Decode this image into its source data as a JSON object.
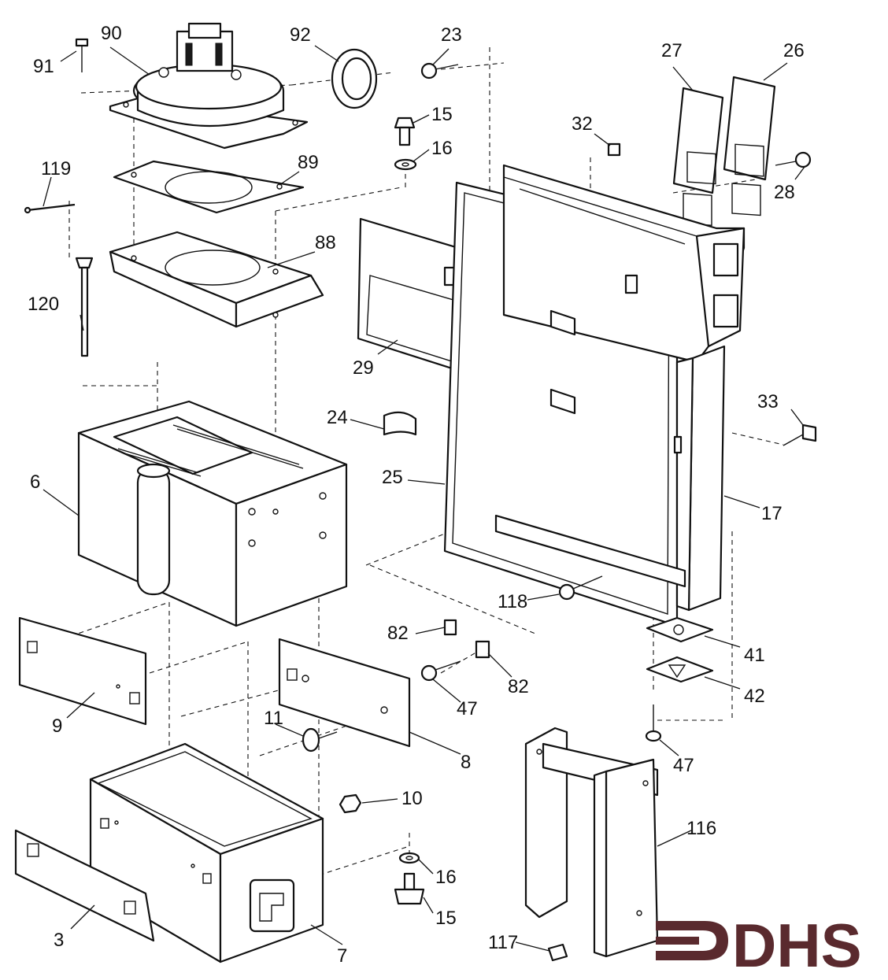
{
  "diagram": {
    "callouts": [
      {
        "id": "c90",
        "text": "90"
      },
      {
        "id": "c91",
        "text": "91"
      },
      {
        "id": "c92",
        "text": "92"
      },
      {
        "id": "c23",
        "text": "23"
      },
      {
        "id": "c15a",
        "text": "15"
      },
      {
        "id": "c16a",
        "text": "16"
      },
      {
        "id": "c32",
        "text": "32"
      },
      {
        "id": "c27",
        "text": "27"
      },
      {
        "id": "c26",
        "text": "26"
      },
      {
        "id": "c28",
        "text": "28"
      },
      {
        "id": "c119",
        "text": "119"
      },
      {
        "id": "c89",
        "text": "89"
      },
      {
        "id": "c88",
        "text": "88"
      },
      {
        "id": "c120",
        "text": "120"
      },
      {
        "id": "c29",
        "text": "29"
      },
      {
        "id": "c24",
        "text": "24"
      },
      {
        "id": "c33",
        "text": "33"
      },
      {
        "id": "c6",
        "text": "6"
      },
      {
        "id": "c25",
        "text": "25"
      },
      {
        "id": "c17",
        "text": "17"
      },
      {
        "id": "c118",
        "text": "118"
      },
      {
        "id": "c82a",
        "text": "82"
      },
      {
        "id": "c82b",
        "text": "82"
      },
      {
        "id": "c41",
        "text": "41"
      },
      {
        "id": "c42",
        "text": "42"
      },
      {
        "id": "c47a",
        "text": "47"
      },
      {
        "id": "c9",
        "text": "9"
      },
      {
        "id": "c8",
        "text": "8"
      },
      {
        "id": "c11",
        "text": "11"
      },
      {
        "id": "c47b",
        "text": "47"
      },
      {
        "id": "c10",
        "text": "10"
      },
      {
        "id": "c116",
        "text": "116"
      },
      {
        "id": "c16b",
        "text": "16"
      },
      {
        "id": "c15b",
        "text": "15"
      },
      {
        "id": "c3",
        "text": "3"
      },
      {
        "id": "c7",
        "text": "7"
      },
      {
        "id": "c117",
        "text": "117"
      }
    ]
  },
  "logo": {
    "text": "DHS",
    "color": "#5a2a2e"
  }
}
